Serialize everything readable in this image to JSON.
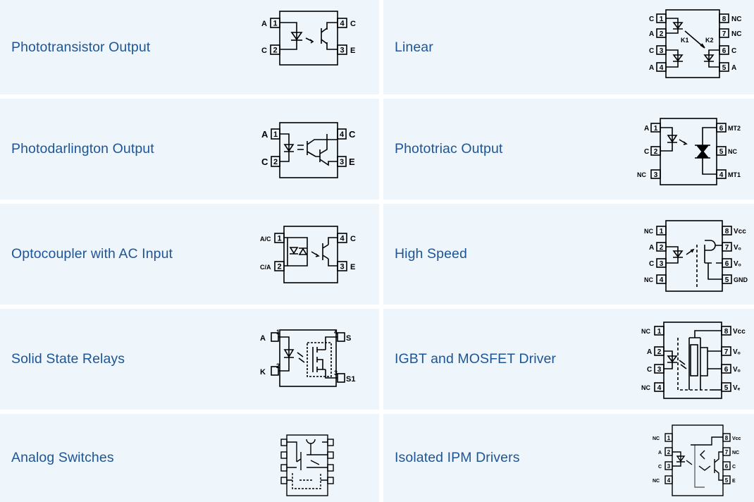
{
  "categories": [
    {
      "label": "Phototransistor Output",
      "icon": "phototransistor-schematic-icon",
      "pins": {
        "p1": "A",
        "p2": "C",
        "p3": "E",
        "p4": "C",
        "n1": "1",
        "n2": "2",
        "n3": "3",
        "n4": "4"
      }
    },
    {
      "label": "Linear",
      "icon": "linear-optocoupler-schematic-icon",
      "pins": {
        "p1": "C",
        "p2": "A",
        "p3": "C",
        "p4": "A",
        "p5": "A",
        "p6": "C",
        "p7": "NC",
        "p8": "NC",
        "n1": "1",
        "n2": "2",
        "n3": "3",
        "n4": "4",
        "n5": "5",
        "n6": "6",
        "n7": "7",
        "n8": "8",
        "k1": "K1",
        "k2": "K2"
      }
    },
    {
      "label": "Photodarlington Output",
      "icon": "photodarlington-schematic-icon",
      "pins": {
        "p1": "A",
        "p2": "C",
        "p3": "E",
        "p4": "C",
        "n1": "1",
        "n2": "2",
        "n3": "3",
        "n4": "4"
      }
    },
    {
      "label": "Phototriac Output",
      "icon": "phototriac-schematic-icon",
      "pins": {
        "p1": "A",
        "p2": "C",
        "p3": "NC",
        "p4": "MT1",
        "p5": "NC",
        "p6": "MT2",
        "n1": "1",
        "n2": "2",
        "n3": "3",
        "n4": "4",
        "n5": "5",
        "n6": "6"
      }
    },
    {
      "label": "Optocoupler with AC Input",
      "icon": "ac-input-optocoupler-schematic-icon",
      "pins": {
        "p1": "A/C",
        "p2": "C/A",
        "p3": "E",
        "p4": "C",
        "n1": "1",
        "n2": "2",
        "n3": "3",
        "n4": "4"
      }
    },
    {
      "label": "High Speed",
      "icon": "high-speed-optocoupler-schematic-icon",
      "pins": {
        "p1": "NC",
        "p2": "A",
        "p3": "C",
        "p4": "NC",
        "p5": "GND",
        "p6": "Vₒ",
        "p7": "Vₒ",
        "p8": "Vcc",
        "n1": "1",
        "n2": "2",
        "n3": "3",
        "n4": "4",
        "n5": "5",
        "n6": "6",
        "n7": "7",
        "n8": "8"
      }
    },
    {
      "label": "Solid State Relays",
      "icon": "solid-state-relay-schematic-icon",
      "pins": {
        "p1": "A",
        "p2": "K",
        "p3": "S1",
        "p4": "S",
        "n1": "1",
        "n2": "2",
        "n3": "3",
        "n4": "4"
      }
    },
    {
      "label": "IGBT and MOSFET Driver",
      "icon": "igbt-mosfet-driver-schematic-icon",
      "pins": {
        "p1": "NC",
        "p2": "A",
        "p3": "C",
        "p4": "NC",
        "p5": "Vₑ",
        "p6": "Vₒ",
        "p7": "Vₒ",
        "p8": "Vcc",
        "n1": "1",
        "n2": "2",
        "n3": "3",
        "n4": "4",
        "n5": "5",
        "n6": "6",
        "n7": "7",
        "n8": "8"
      }
    },
    {
      "label": "Analog Switches",
      "icon": "analog-switch-schematic-icon",
      "pins": {}
    },
    {
      "label": "Isolated IPM Drivers",
      "icon": "isolated-ipm-driver-schematic-icon",
      "pins": {
        "p1": "NC",
        "p2": "A",
        "p3": "C",
        "p4": "NC",
        "p5": "E",
        "p6": "C",
        "p7": "NC",
        "p8": "Vcc",
        "n1": "1",
        "n2": "2",
        "n3": "3",
        "n4": "4",
        "n5": "5",
        "n6": "6",
        "n7": "7",
        "n8": "8"
      }
    }
  ]
}
